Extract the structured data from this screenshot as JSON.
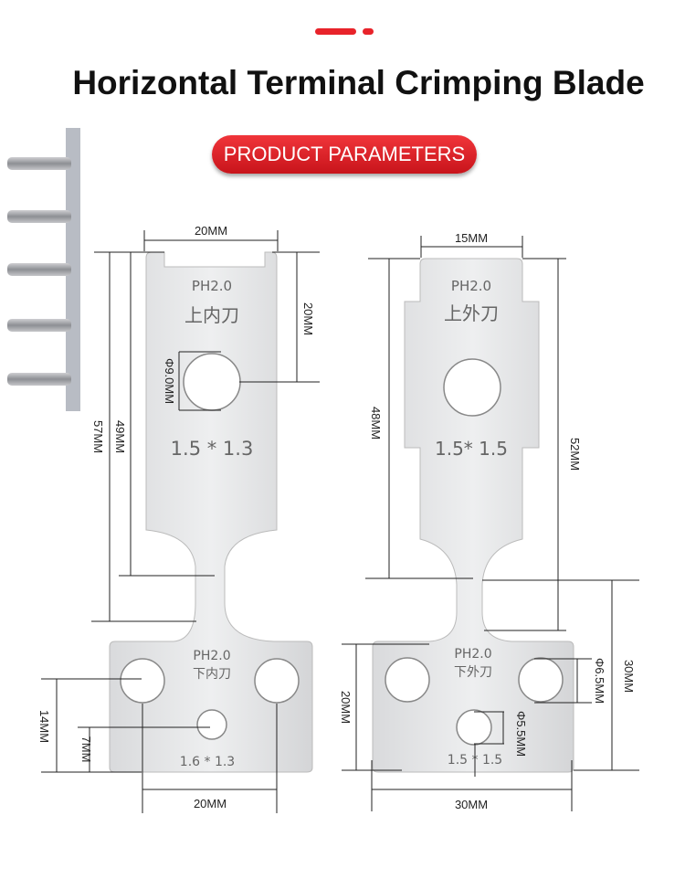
{
  "title": "Horizontal Terminal Crimping Blade",
  "badge": "PRODUCT PARAMETERS",
  "accent_color": "#e8232a",
  "left_blade": {
    "upper": {
      "model": "PH2.0",
      "name": "上内刀",
      "size": "1.5 * 1.3"
    },
    "lower": {
      "model": "PH2.0",
      "name": "下内刀",
      "size": "1.6 * 1.3"
    },
    "dims": {
      "top_width": "20MM",
      "hole_offset": "20MM",
      "hole_dia": "Φ9.0MM",
      "upper_len": "49MM",
      "total_len": "57MM",
      "lower_height": "14MM",
      "lower_hole": "7MM",
      "bottom_width": "20MM"
    }
  },
  "right_blade": {
    "upper": {
      "model": "PH2.0",
      "name": "上外刀",
      "size": "1.5* 1.5"
    },
    "lower": {
      "model": "PH2.0",
      "name": "下外刀",
      "size": "1.5 * 1.5"
    },
    "dims": {
      "top_width": "15MM",
      "upper_len": "48MM",
      "total_len": "52MM",
      "lower_right": "30MM",
      "hole_big": "Φ6.5MM",
      "hole_small": "Φ5.5MM",
      "lower_height": "20MM",
      "bottom_width": "30MM"
    }
  }
}
